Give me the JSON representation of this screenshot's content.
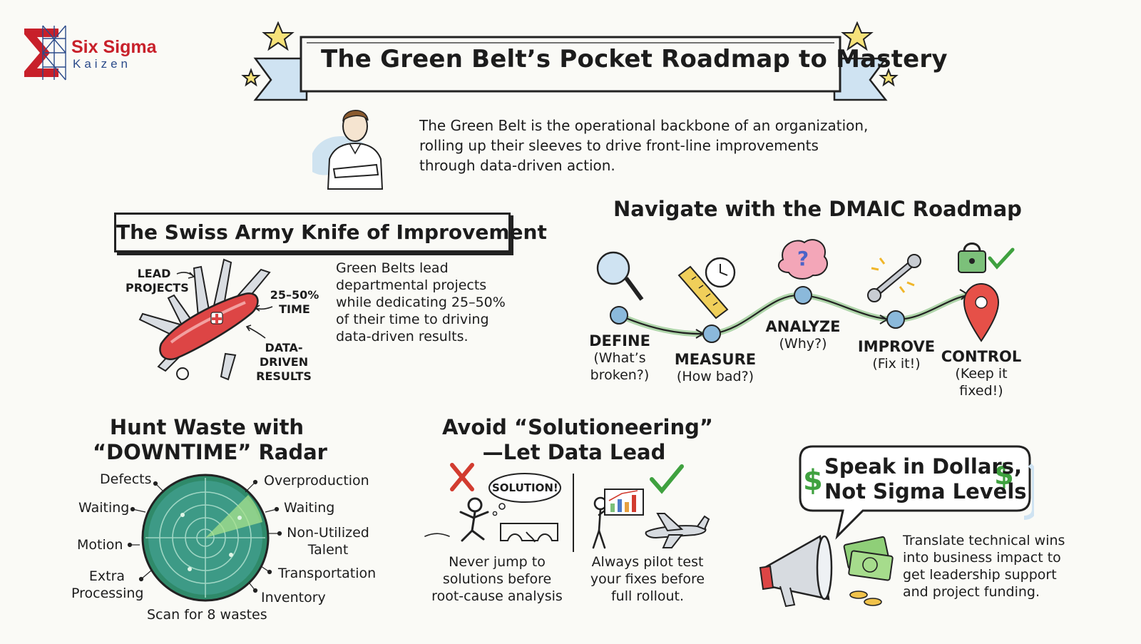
{
  "logo": {
    "line1": "Six Sigma",
    "line2": "Kaizen"
  },
  "title": "The Green Belt’s Pocket Roadmap to Mastery",
  "intro": "The Green Belt is the operational backbone of an organization, rolling up their sleeves to drive front-line improvements through data-driven action.",
  "knife": {
    "heading": "The Swiss Army Knife of Improvement",
    "label_lead": "LEAD PROJECTS",
    "label_time": "25–50% TIME",
    "label_data": "DATA-DRIVEN RESULTS",
    "text": "Green Belts lead departmental projects while dedicating 25–50% of their time to driving data-driven results."
  },
  "dmaic": {
    "heading": "Navigate with the DMAIC Roadmap",
    "steps": [
      {
        "name": "DEFINE",
        "q": "(What’s broken?)"
      },
      {
        "name": "MEASURE",
        "q": "(How bad?)"
      },
      {
        "name": "ANALYZE",
        "q": "(Why?)"
      },
      {
        "name": "IMPROVE",
        "q": "(Fix it!)"
      },
      {
        "name": "CONTROL",
        "q": "(Keep it fixed!)"
      }
    ]
  },
  "waste": {
    "heading_line1": "Hunt Waste with",
    "heading_line2": "“DOWNTIME” Radar",
    "left": [
      "Defects",
      "Waiting",
      "Motion",
      "Extra Processing"
    ],
    "right": [
      "Overproduction",
      "Waiting",
      "Non-Utilized Talent",
      "Transportation",
      "Inventory"
    ],
    "bottom": "Scan for 8 wastes"
  },
  "solution": {
    "heading_line1": "Avoid “Solutioneering”",
    "heading_line2": "—Let Data Lead",
    "bubble": "SOLUTION!",
    "left_caption": "Never jump to solutions before root-cause analysis",
    "right_caption": "Always pilot test your fixes before full rollout."
  },
  "dollars": {
    "heading_line1": "Speak in Dollars,",
    "heading_line2": "Not Sigma Levels",
    "dollar_sign": "$",
    "text": "Translate technical wins into business impact to get leadership support and project funding."
  },
  "colors": {
    "logo_red": "#c8202a",
    "logo_blue": "#2a4a8a",
    "knife_red": "#dd4545",
    "path_green": "#8fc58a",
    "node_blue": "#8bb9db",
    "radar_green": "#2f8a6a",
    "check_green": "#3fa13f",
    "x_red": "#d23c30",
    "banner_blue": "#cfe3f2"
  }
}
